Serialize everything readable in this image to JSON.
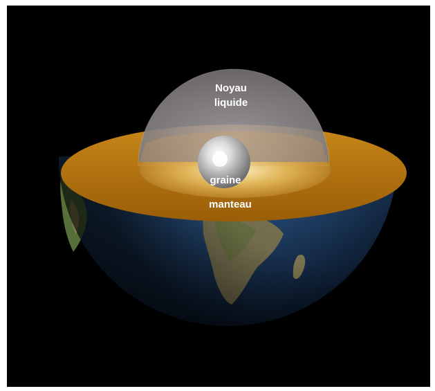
{
  "diagram": {
    "labels": {
      "outer_core_line1": "Noyau",
      "outer_core_line2": "liquide",
      "inner_core": "graine",
      "mantle": "manteau"
    },
    "colors": {
      "background": "#000000",
      "mantle": "#a86a0c",
      "outer_core": "#8a8488",
      "inner_core": "#d9d9d9",
      "ocean": "#2e5a8c",
      "land": "#8f8a5a"
    }
  }
}
